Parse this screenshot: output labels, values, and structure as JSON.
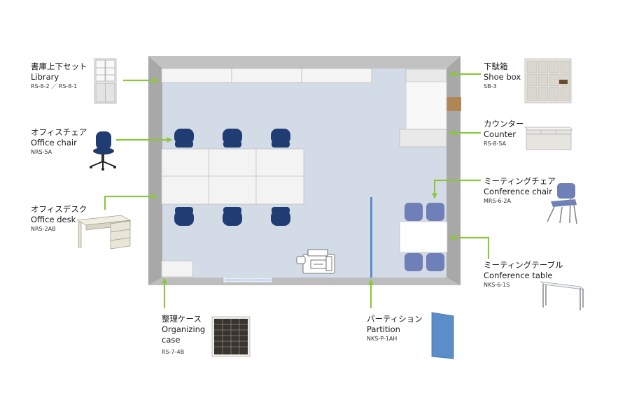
{
  "furniture": {
    "library": {
      "ja": "書庫上下セット",
      "en": "Library",
      "code": "RS-8-2 ／ RS-8-1"
    },
    "office_chair": {
      "ja": "オフィスチェア",
      "en": "Office chair",
      "code": "NRS-5A"
    },
    "office_desk": {
      "ja": "オフィスデスク",
      "en": "Office desk",
      "code": "NRS-2AB"
    },
    "organizing_case": {
      "ja": "整理ケース",
      "en_line1": "Organizing",
      "en_line2": "case",
      "code": "RS-7-4B"
    },
    "partition": {
      "ja": "パーティション",
      "en": "Partition",
      "code": "NKS-P-1AH"
    },
    "shoe_box": {
      "ja": "下駄箱",
      "en": "Shoe box",
      "code": "SB-3"
    },
    "counter": {
      "ja": "カウンター",
      "en": "Counter",
      "code": "RS-8-5A"
    },
    "conference_chair": {
      "ja": "ミーティングチェア",
      "en": "Conference chair",
      "code": "MRS-6-2A"
    },
    "conference_table": {
      "ja": "ミーティングテーブル",
      "en": "Conference table",
      "code": "NKS-6-1S"
    }
  },
  "colors": {
    "arrow": "#8cc63f",
    "floor": "#d3dbe6",
    "wall": "#b4b4b4",
    "chair_navy": "#1f3d73",
    "conference_chair": "#6f7fb8",
    "partition": "#5b8dc9"
  }
}
